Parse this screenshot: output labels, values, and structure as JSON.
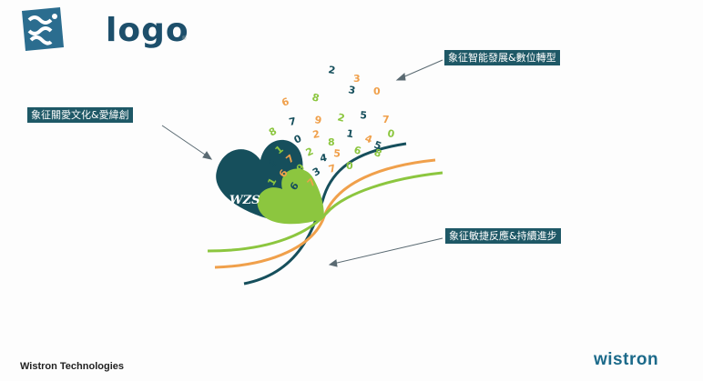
{
  "logo": {
    "text": "logo",
    "icon": "puzzle-logo-icon"
  },
  "callouts": [
    "象征智能發展&數位轉型",
    "象征關愛文化&愛緯創",
    "象征敏捷反應&持續進步"
  ],
  "emblem": {
    "heart_label": "WZS",
    "digits": [
      "6",
      "8",
      "3",
      "0",
      "8",
      "7",
      "9",
      "2",
      "5",
      "7",
      "1",
      "0",
      "2",
      "8",
      "1",
      "4",
      "0",
      "3",
      "7",
      "2",
      "4",
      "5",
      "6",
      "5",
      "6",
      "9",
      "3",
      "7",
      "0",
      "2",
      "3",
      "1",
      "6",
      "7",
      "8"
    ]
  },
  "footer": {
    "company": "Wistron Technologies",
    "brand": "wistron"
  },
  "colors": {
    "teal": "#1e5866",
    "dark_teal": "#164f5c",
    "green": "#8cc63f",
    "orange": "#f0a04b",
    "logo_blue": "#1d4f6b"
  }
}
